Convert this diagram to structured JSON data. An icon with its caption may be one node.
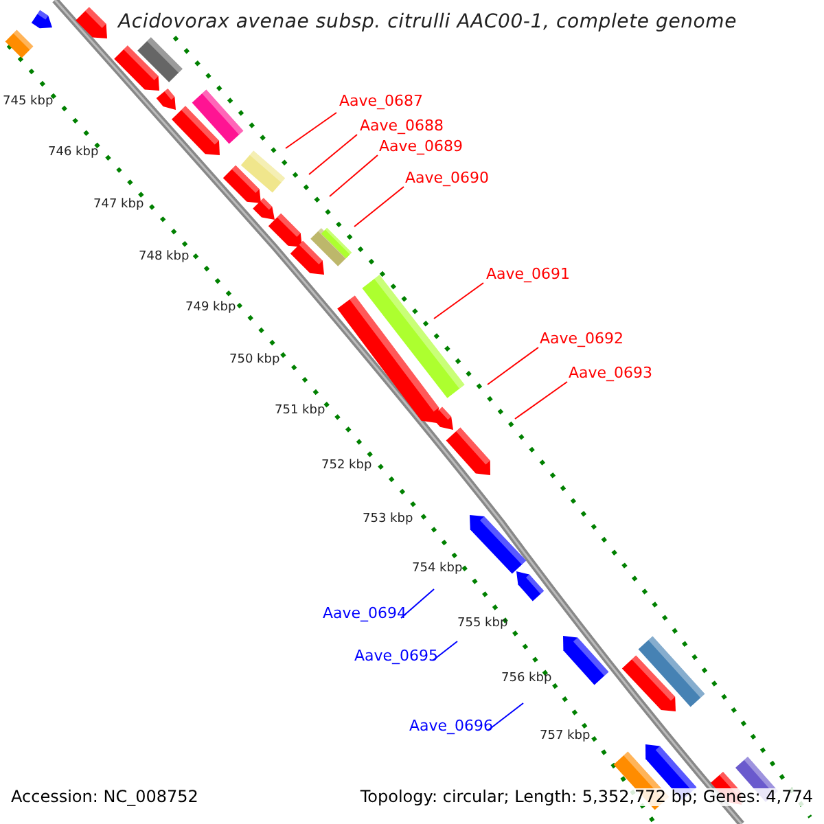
{
  "diagram": {
    "title": "Acidovorax avenae subsp. citrulli AAC00-1, complete genome",
    "nodes": [
      {
        "text": [
          "Aave_0687"
        ]
      },
      {
        "text": [
          "Aave_0688"
        ]
      },
      {
        "text": [
          "Aave_0689"
        ]
      },
      {
        "text": [
          "Aave_0690"
        ]
      },
      {
        "text": [
          "Aave_0691"
        ]
      },
      {
        "text": [
          "Aave_0692"
        ]
      },
      {
        "text": [
          "Aave_0693"
        ]
      },
      {
        "text": [
          "Aave_0694"
        ]
      },
      {
        "text": [
          "Aave_0695"
        ]
      },
      {
        "text": [
          "Aave_0696"
        ]
      }
    ],
    "edges": [
      {
        "from": 0,
        "to": null,
        "arrow": "none"
      },
      {
        "from": 1,
        "to": null,
        "arrow": "none"
      },
      {
        "from": 2,
        "to": null,
        "arrow": "none"
      },
      {
        "from": 3,
        "to": null,
        "arrow": "none"
      },
      {
        "from": 4,
        "to": null,
        "arrow": "none"
      },
      {
        "from": 5,
        "to": null,
        "arrow": "none"
      },
      {
        "from": 6,
        "to": null,
        "arrow": "none"
      },
      {
        "from": 7,
        "to": null,
        "arrow": "none",
        "color": "#0000ff"
      },
      {
        "from": 8,
        "to": null,
        "arrow": "none",
        "color": "#0000ff"
      },
      {
        "from": 9,
        "to": null,
        "arrow": "none",
        "color": "#0000ff"
      }
    ],
    "labels": [
      "745 kbp",
      "746 kbp",
      "747 kbp",
      "748 kbp",
      "749 kbp",
      "750 kbp",
      "751 kbp",
      "752 kbp",
      "753 kbp",
      "754 kbp",
      "755 kbp",
      "756 kbp",
      "757 kbp",
      "Accession: NC_008752",
      "Topology: circular; Length: 5,352,772 bp; Genes: 4,774"
    ]
  }
}
